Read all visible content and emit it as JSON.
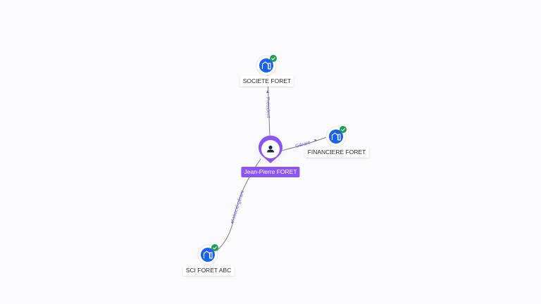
{
  "person": {
    "name": "Jean-Pierre FORET",
    "icon": "person-icon",
    "color": "#8a55f0"
  },
  "companies": [
    {
      "name": "SOCIETE FORET",
      "icon": "building-icon",
      "verified": true
    },
    {
      "name": "FINANCIERE FORET",
      "icon": "building-icon",
      "verified": true
    },
    {
      "name": "SCI FORET ABC",
      "icon": "building-icon",
      "verified": true
    }
  ],
  "relations": [
    {
      "label": "Président",
      "to": "SOCIETE FORET"
    },
    {
      "label": "Gérant",
      "to": "FINANCIERE FORET"
    },
    {
      "label": "Associé-gérant",
      "to": "SCI FORET ABC"
    }
  ],
  "colors": {
    "company_icon": "#1a63e8",
    "verified_badge": "#1e9e55",
    "relation_text": "#7b61d6",
    "edge": "#7a7a86"
  }
}
